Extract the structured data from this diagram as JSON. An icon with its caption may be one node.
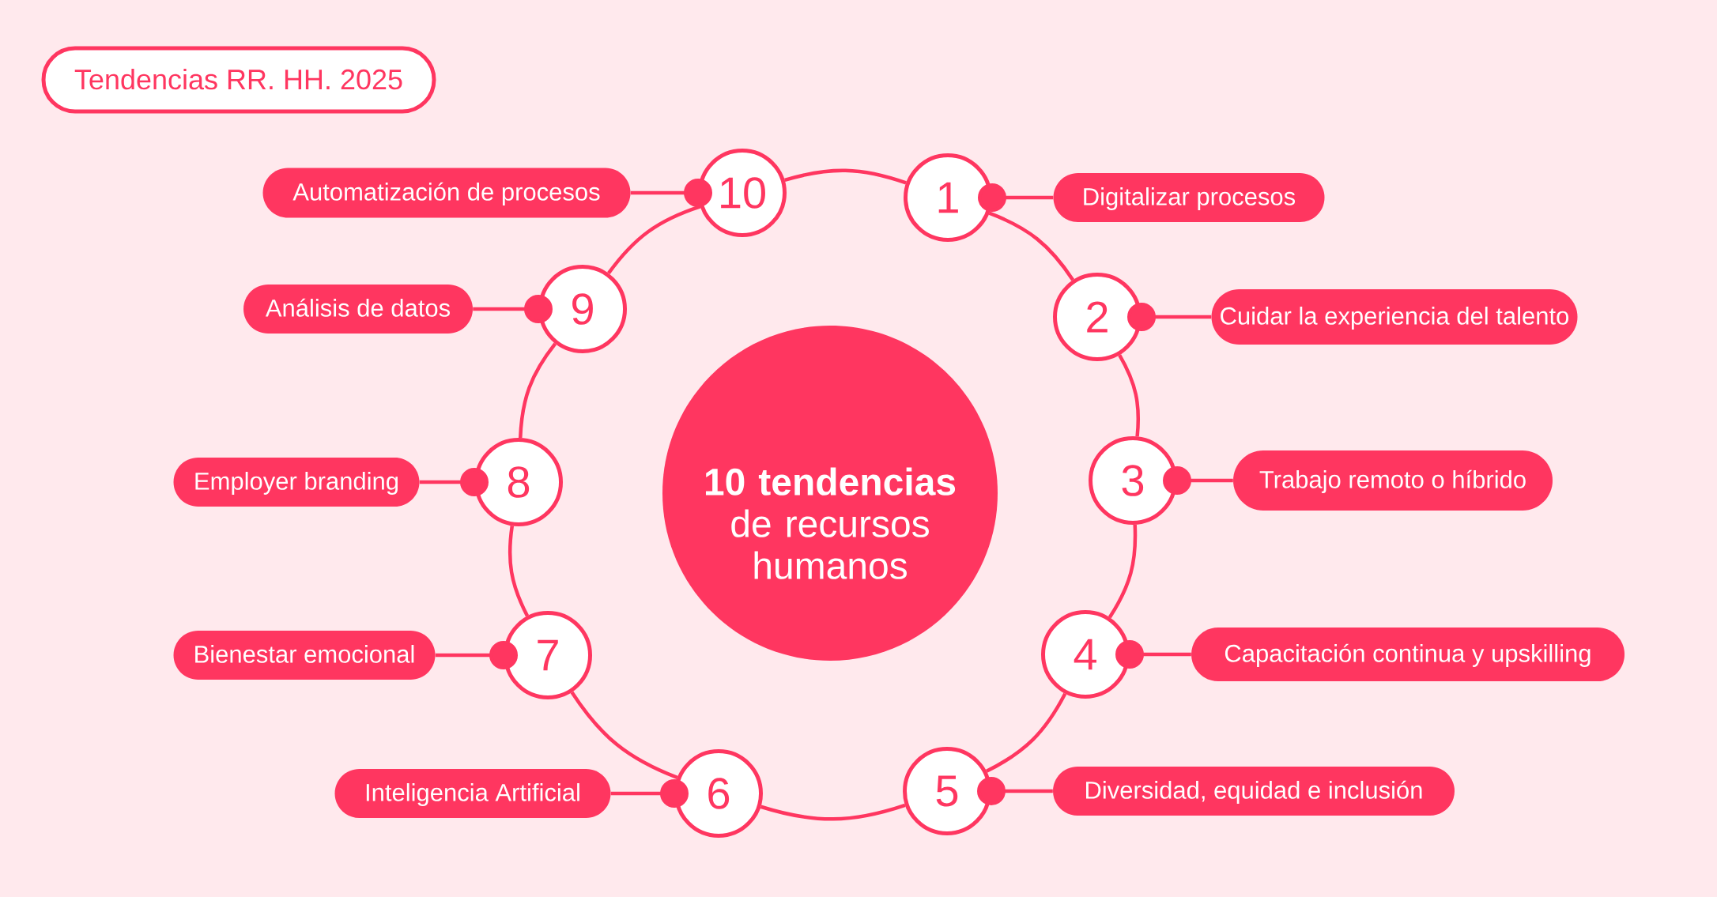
{
  "diagram": {
    "title": "Tendencias RR. HH. 2025",
    "nodes": [
      {
        "text": [
          "**10 tendencias** de recursos humanos"
        ]
      },
      {
        "text": [
          "1"
        ]
      },
      {
        "text": [
          "Digitalizar procesos"
        ]
      },
      {
        "text": [
          "2"
        ]
      },
      {
        "text": [
          "Cuidar la experiencia del talento"
        ]
      },
      {
        "text": [
          "3"
        ]
      },
      {
        "text": [
          "Trabajo remoto o híbrido"
        ]
      },
      {
        "text": [
          "4"
        ]
      },
      {
        "text": [
          "Capacitación continua y upskilling"
        ]
      },
      {
        "text": [
          "5"
        ]
      },
      {
        "text": [
          "Diversidad, equidad e inclusión"
        ]
      },
      {
        "text": [
          "6"
        ]
      },
      {
        "text": [
          "Inteligencia Artificial"
        ]
      },
      {
        "text": [
          "7"
        ]
      },
      {
        "text": [
          "Bienestar emocional"
        ]
      },
      {
        "text": [
          "8"
        ]
      },
      {
        "text": [
          "Employer branding"
        ]
      },
      {
        "text": [
          "9"
        ]
      },
      {
        "text": [
          "Análisis de datos"
        ]
      },
      {
        "text": [
          "10"
        ]
      },
      {
        "text": [
          "Automatización de procesos"
        ]
      }
    ],
    "edges": [
      {
        "from": 1,
        "to": 3,
        "arrow": "none"
      },
      {
        "from": 3,
        "to": 5,
        "arrow": "none"
      },
      {
        "from": 5,
        "to": 7,
        "arrow": "none"
      },
      {
        "from": 7,
        "to": 9,
        "arrow": "none"
      },
      {
        "from": 9,
        "to": 11,
        "arrow": "none"
      },
      {
        "from": 11,
        "to": 13,
        "arrow": "none"
      },
      {
        "from": 13,
        "to": 15,
        "arrow": "none"
      },
      {
        "from": 15,
        "to": 17,
        "arrow": "none"
      },
      {
        "from": 17,
        "to": 19,
        "arrow": "none"
      },
      {
        "from": 19,
        "to": 1,
        "arrow": "none"
      },
      {
        "from": 1,
        "to": 2,
        "arrow": "other"
      },
      {
        "from": 3,
        "to": 4,
        "arrow": "other"
      },
      {
        "from": 5,
        "to": 6,
        "arrow": "other"
      },
      {
        "from": 7,
        "to": 8,
        "arrow": "other"
      },
      {
        "from": 9,
        "to": 10,
        "arrow": "other"
      },
      {
        "from": 11,
        "to": 12,
        "arrow": "other"
      },
      {
        "from": 13,
        "to": 14,
        "arrow": "other"
      },
      {
        "from": 15,
        "to": 16,
        "arrow": "other"
      },
      {
        "from": 17,
        "to": 18,
        "arrow": "other"
      },
      {
        "from": 19,
        "to": 20,
        "arrow": "other"
      }
    ]
  }
}
